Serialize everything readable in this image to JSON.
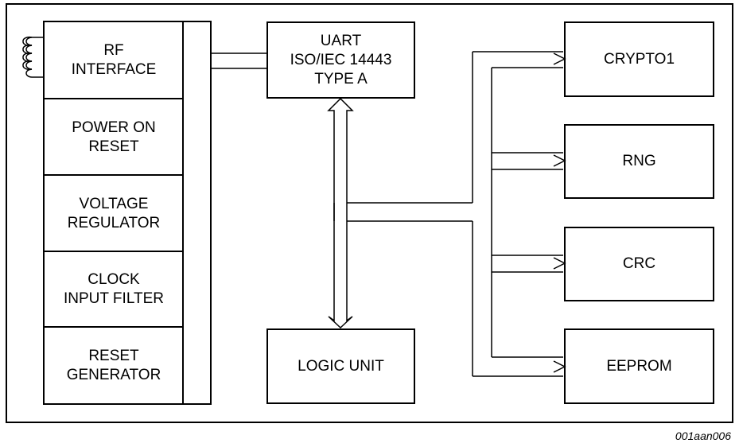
{
  "blocks": {
    "rf_interface": "RF\nINTERFACE",
    "power_on_reset": "POWER ON\nRESET",
    "voltage_regulator": "VOLTAGE\nREGULATOR",
    "clock_input_filter": "CLOCK\nINPUT FILTER",
    "reset_generator": "RESET\nGENERATOR",
    "uart": "UART\nISO/IEC 14443\nTYPE A",
    "logic_unit": "LOGIC UNIT",
    "crypto1": "CRYPTO1",
    "rng": "RNG",
    "crc": "CRC",
    "eeprom": "EEPROM"
  },
  "figure_id": "001aan006"
}
